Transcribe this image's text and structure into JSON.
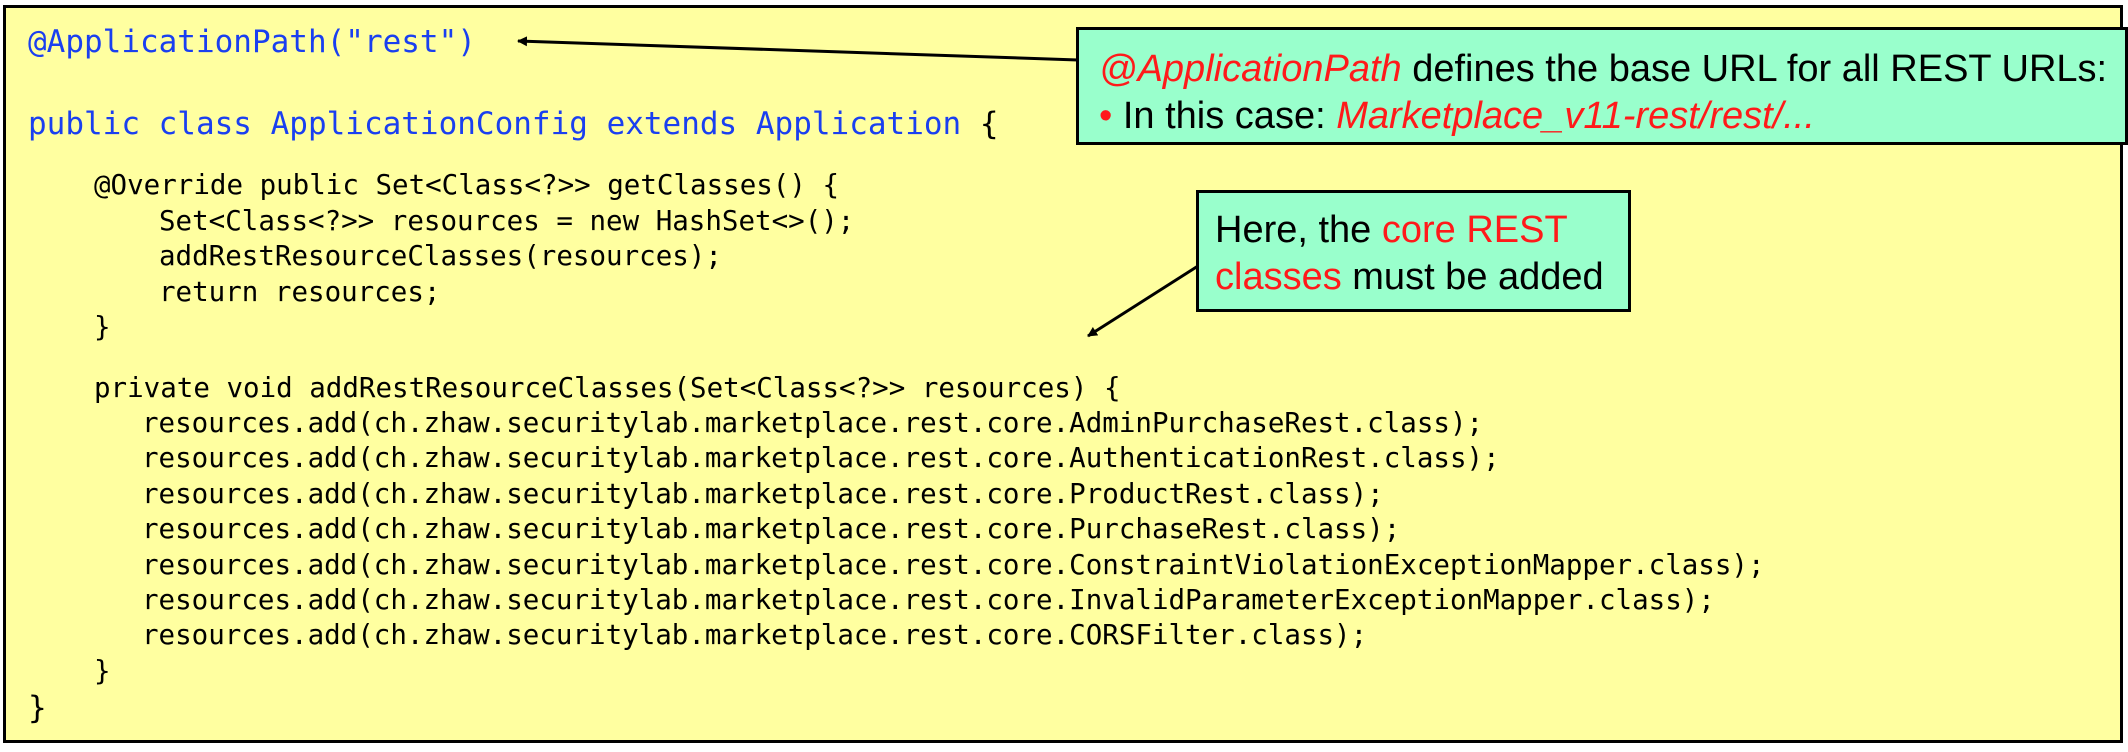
{
  "code": {
    "annotation": "@ApplicationPath(\"rest\")",
    "class_decl_kw": "public class ApplicationConfig extends Application",
    "class_decl_brace": " {",
    "lines": [
      "@Override public Set<Class<?>> getClasses() {",
      "Set<Class<?>> resources = new HashSet<>();",
      "addRestResourceClasses(resources);",
      "return resources;",
      "}",
      "private void addRestResourceClasses(Set<Class<?>> resources) {",
      "resources.add(ch.zhaw.securitylab.marketplace.rest.core.AdminPurchaseRest.class);",
      "resources.add(ch.zhaw.securitylab.marketplace.rest.core.AuthenticationRest.class);",
      "resources.add(ch.zhaw.securitylab.marketplace.rest.core.ProductRest.class);",
      "resources.add(ch.zhaw.securitylab.marketplace.rest.core.PurchaseRest.class);",
      "resources.add(ch.zhaw.securitylab.marketplace.rest.core.ConstraintViolationExceptionMapper.class);",
      "resources.add(ch.zhaw.securitylab.marketplace.rest.core.InvalidParameterExceptionMapper.class);",
      "resources.add(ch.zhaw.securitylab.marketplace.rest.core.CORSFilter.class);",
      "}",
      "}"
    ]
  },
  "callout_path": {
    "highlight": "@ApplicationPath",
    "text": " defines the base URL for all REST URLs:",
    "bullet": "•",
    "prefix": " In this case: ",
    "example": "Marketplace_v11-rest/rest/..."
  },
  "callout_core": {
    "prefix": "Here, the ",
    "highlight_1": "core REST",
    "highlight_2": "classes",
    "suffix": " must be added"
  },
  "colors": {
    "background": "#ffffa0",
    "callout": "#99ffcc",
    "keyword": "#1a3ff0",
    "highlight": "#ff1a1a"
  }
}
